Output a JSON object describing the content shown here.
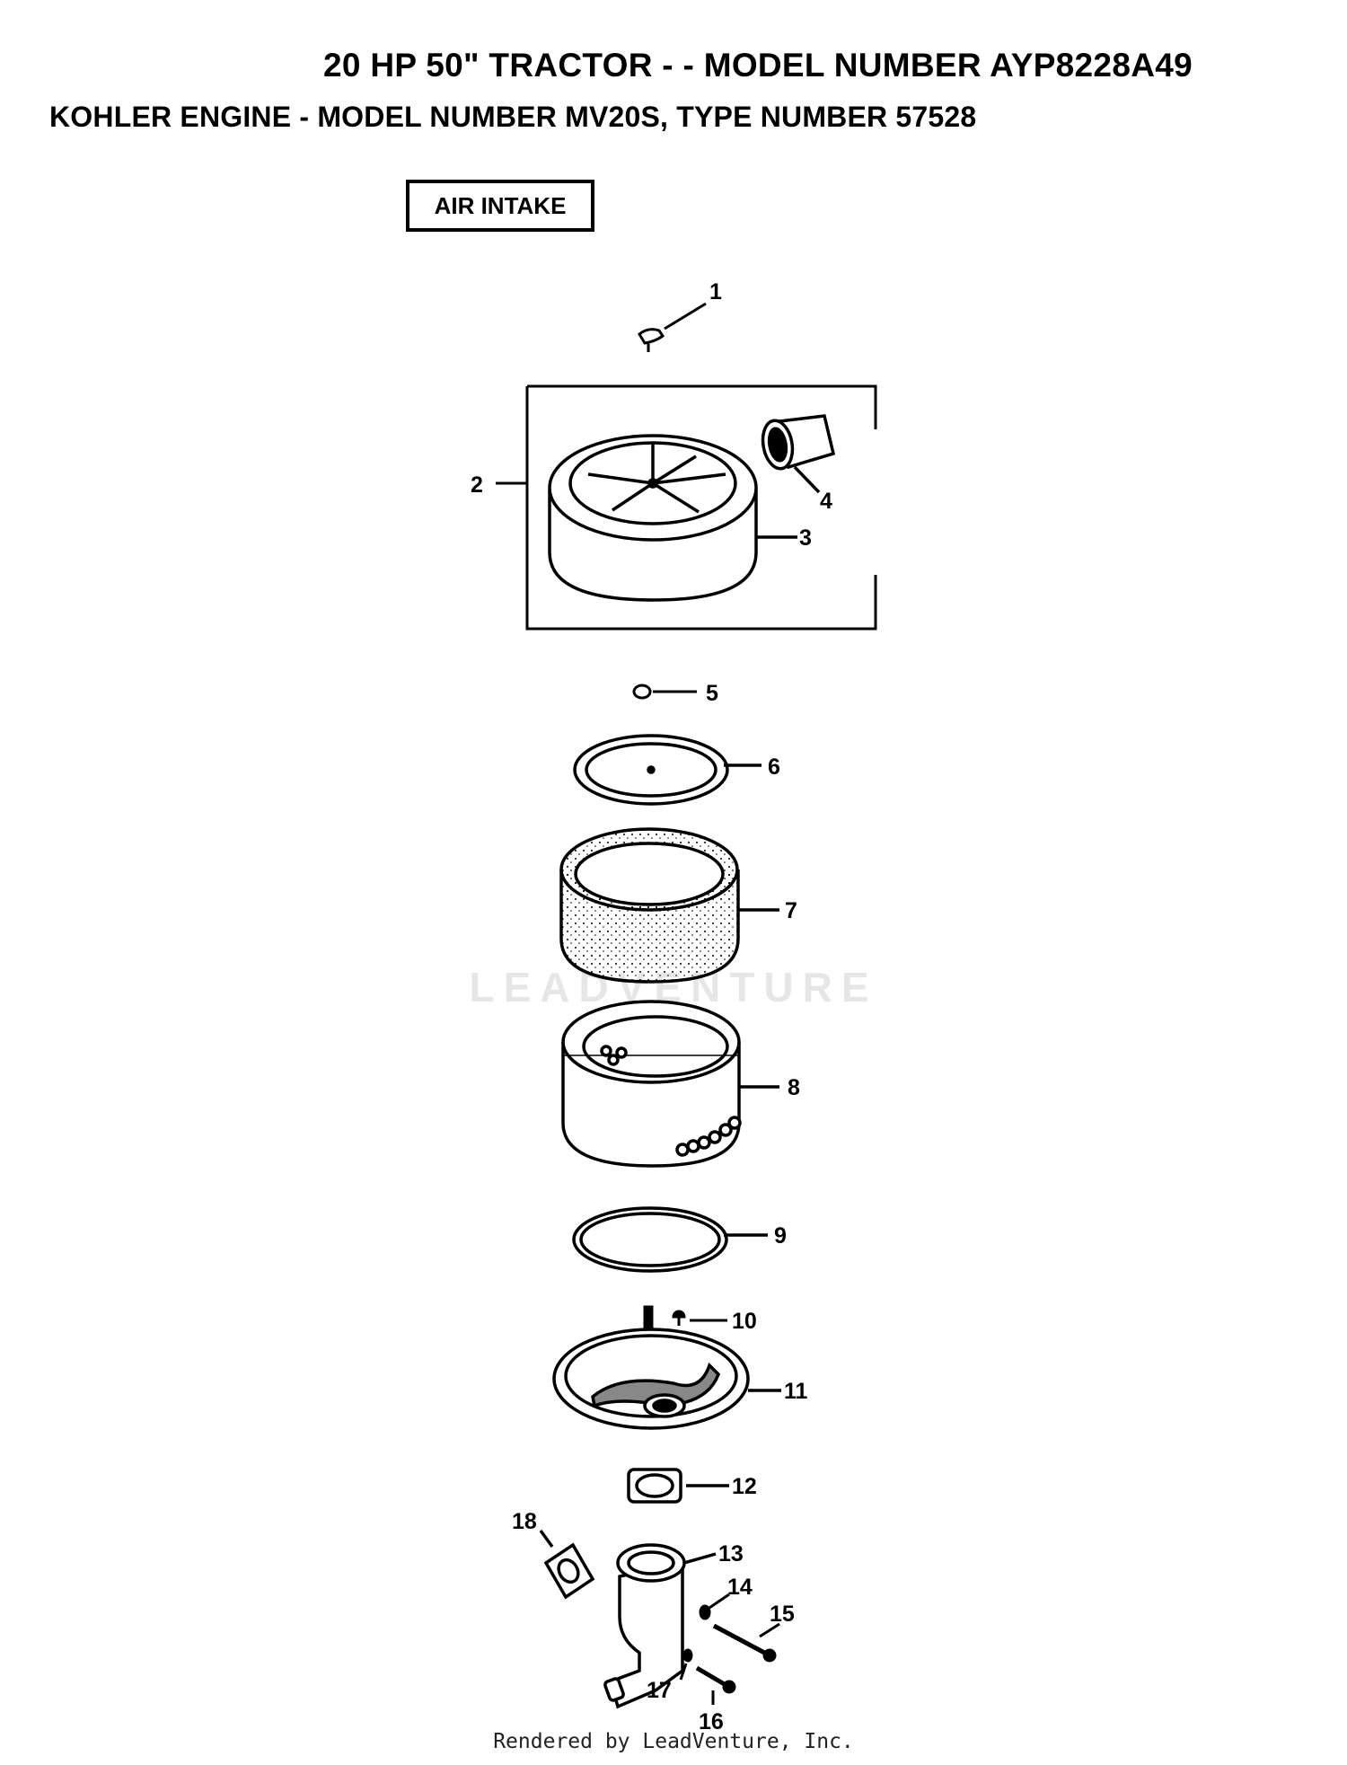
{
  "header": {
    "title": "20 HP 50\" TRACTOR - - MODEL NUMBER AYP8228A49",
    "subtitle": "KOHLER ENGINE - MODEL NUMBER MV20S, TYPE NUMBER 57528"
  },
  "section": {
    "label": "AIR INTAKE"
  },
  "watermark": "LEADVENTURE",
  "callouts": {
    "c1": "1",
    "c2": "2",
    "c3": "3",
    "c4": "4",
    "c5": "5",
    "c6": "6",
    "c7": "7",
    "c8": "8",
    "c9": "9",
    "c10": "10",
    "c11": "11",
    "c12": "12",
    "c13": "13",
    "c14": "14",
    "c15": "15",
    "c16": "16",
    "c17": "17",
    "c18": "18"
  },
  "footer": "Rendered by LeadVenture, Inc."
}
